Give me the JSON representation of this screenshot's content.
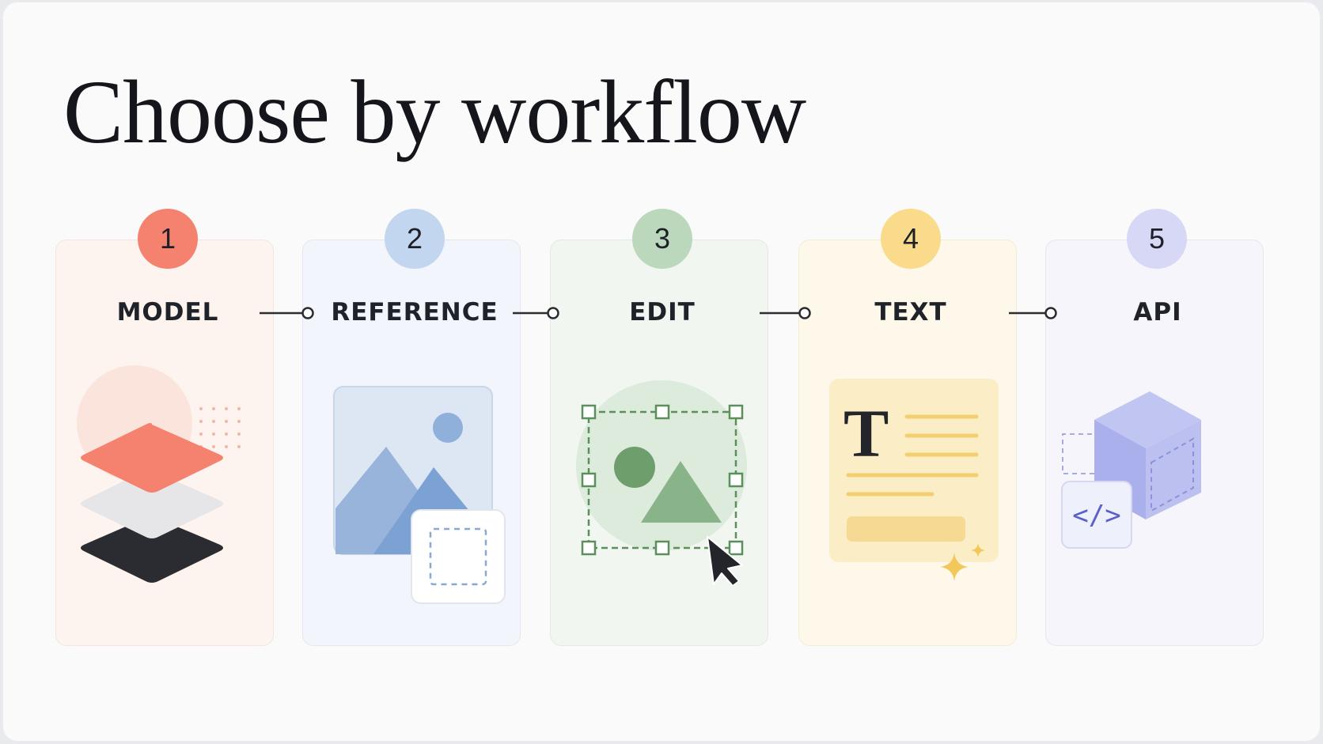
{
  "title": "Choose by workflow",
  "steps": [
    {
      "number": "1",
      "label": "MODEL",
      "icon": "layers-icon",
      "accent": "#f4826f",
      "tint": "#fdf3ef"
    },
    {
      "number": "2",
      "label": "REFERENCE",
      "icon": "image-reference-icon",
      "accent": "#c3d6ef",
      "tint": "#f1f5fb"
    },
    {
      "number": "3",
      "label": "EDIT",
      "icon": "edit-selection-icon",
      "accent": "#bcd8bc",
      "tint": "#f1f6f0"
    },
    {
      "number": "4",
      "label": "TEXT",
      "icon": "text-document-icon",
      "accent": "#f9db8b",
      "tint": "#fdf8ea"
    },
    {
      "number": "5",
      "label": "API",
      "icon": "api-code-cube-icon",
      "accent": "#d7d8f6",
      "tint": "#f4f4fb"
    }
  ],
  "api_code_glyph": "</>",
  "text_glyph": "T"
}
